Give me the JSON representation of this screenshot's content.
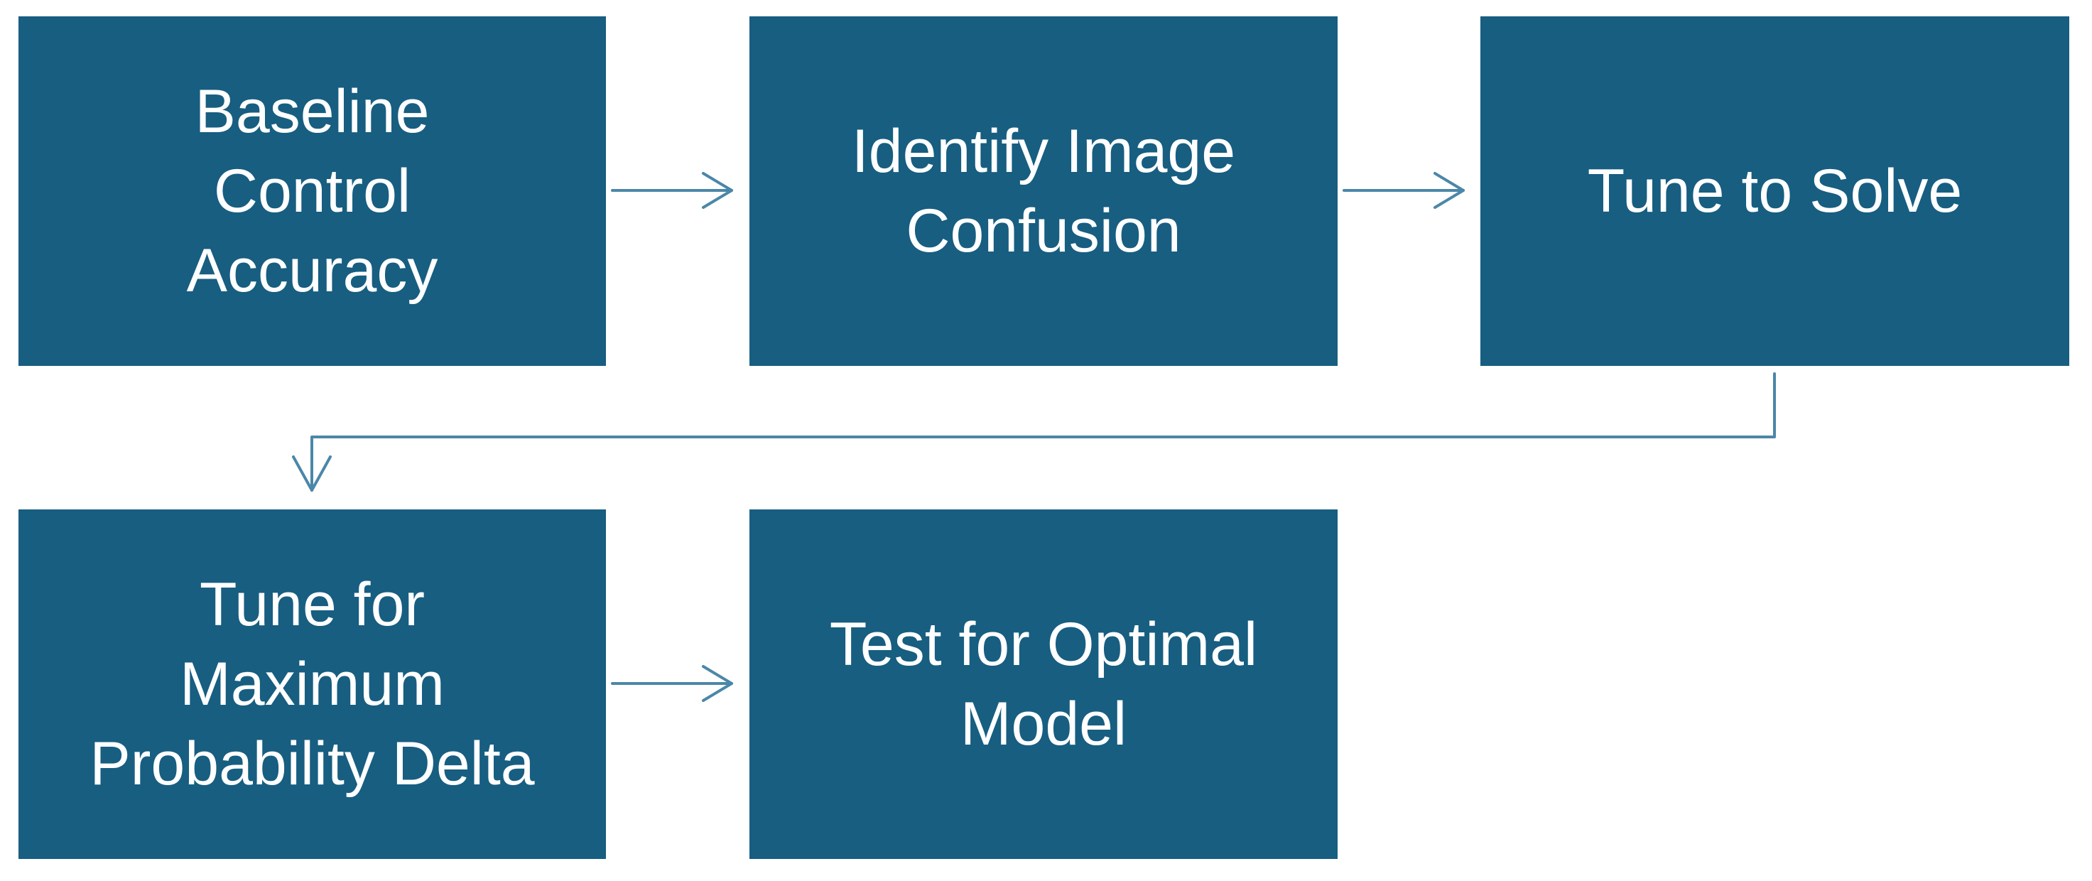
{
  "colors": {
    "box_fill": "#175e81",
    "box_text": "#ffffff",
    "connector": "#4b87a8",
    "background": "#ffffff"
  },
  "steps": [
    {
      "label": "Baseline\nControl\nAccuracy"
    },
    {
      "label": "Identify Image\nConfusion"
    },
    {
      "label": "Tune to Solve"
    },
    {
      "label": "Tune for\nMaximum\nProbability Delta"
    },
    {
      "label": "Test for Optimal\nModel"
    }
  ]
}
